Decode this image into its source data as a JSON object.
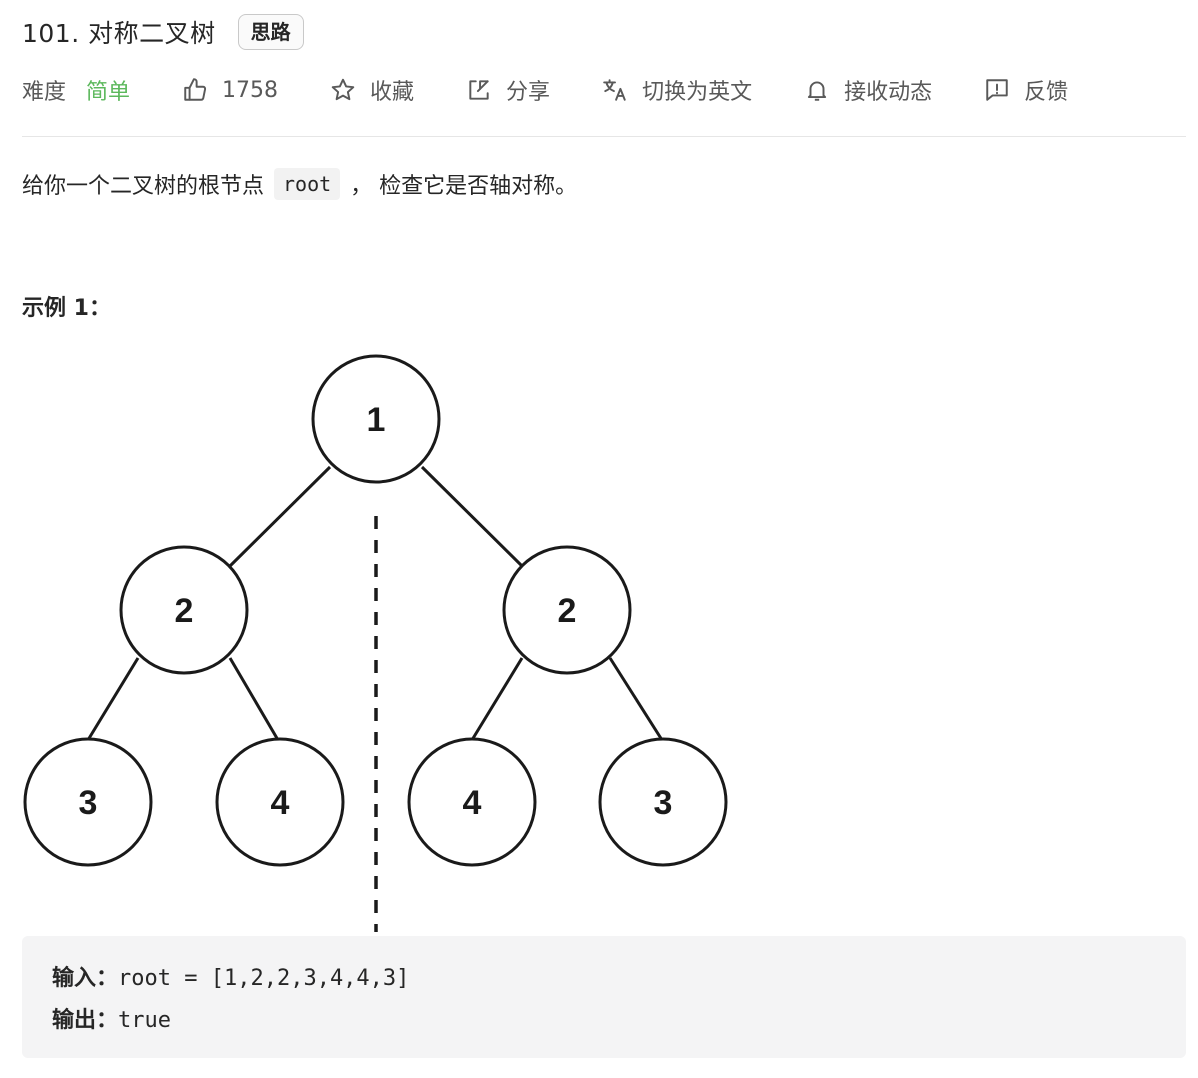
{
  "problem": {
    "title": "101. 对称二叉树",
    "badge": "思路"
  },
  "meta": {
    "difficulty_label": "难度",
    "difficulty_value": "简单",
    "difficulty_color": "#5cb85c",
    "likes": "1758",
    "favorite_label": "收藏",
    "share_label": "分享",
    "translate_label": "切换为英文",
    "subscribe_label": "接收动态",
    "feedback_label": "反馈",
    "icons": [
      "thumb-up-icon",
      "star-icon",
      "share-icon",
      "translate-icon",
      "bell-icon",
      "feedback-icon"
    ]
  },
  "description": {
    "prefix": "给你一个二叉树的根节点",
    "code": "root",
    "suffix": "， 检查它是否轴对称。"
  },
  "example": {
    "heading": "示例 1：",
    "tree_nodes": [
      "1",
      "2",
      "2",
      "3",
      "4",
      "4",
      "3"
    ],
    "input_label": "输入：",
    "input_value": "root = [1,2,2,3,4,4,3]",
    "output_label": "输出：",
    "output_value": "true"
  }
}
